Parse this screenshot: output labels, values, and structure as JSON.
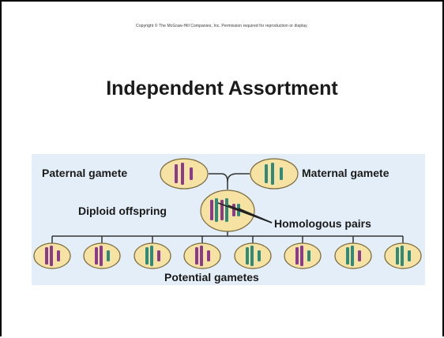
{
  "copyright": "Copyright © The McGraw-Hill Companies, Inc. Permission required for reproduction or display.",
  "title": "Independent Assortment",
  "labels": {
    "paternal": "Paternal gamete",
    "maternal": "Maternal gamete",
    "diploid": "Diploid offspring",
    "homologous": "Homologous pairs",
    "potential": "Potential gametes"
  },
  "colors": {
    "panel": "#e3eef8",
    "cell_fill": "#f6e3a4",
    "cell_stroke": "#7a6a3a",
    "paternal_chromosome": "#8b3a8c",
    "maternal_chromosome": "#2f8a7a",
    "line": "#333333"
  },
  "potential_gametes": [
    [
      "paternal",
      "paternal"
    ],
    [
      "paternal",
      "maternal"
    ],
    [
      "maternal",
      "paternal"
    ],
    [
      "paternal",
      "paternal"
    ],
    [
      "maternal",
      "maternal"
    ],
    [
      "paternal",
      "maternal"
    ],
    [
      "maternal",
      "paternal"
    ],
    [
      "maternal",
      "maternal"
    ]
  ]
}
